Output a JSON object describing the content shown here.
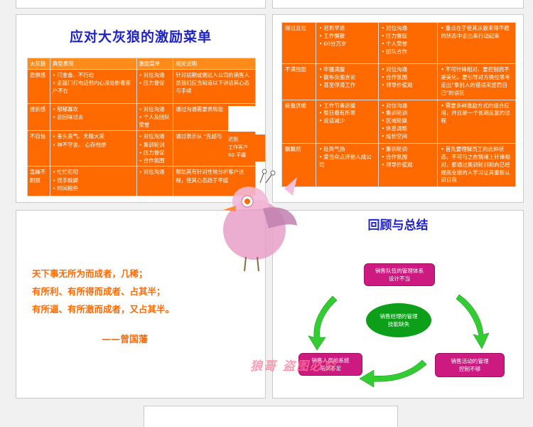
{
  "slide1": {
    "title": "应对大灰狼的激励菜单",
    "headers": [
      "大灰狼",
      "典型表现",
      "激励菜单",
      "相关说明"
    ],
    "rows": [
      {
        "wolf": "恐惧感",
        "symptoms": [
          "只准备、不行动",
          "走敲门打电话但内心深处盼着客户不在"
        ],
        "menu": [
          "对位沟通",
          "压力督促"
        ],
        "note": "针对初期或刚进入公司的销售人员我们应当知道以下讲话其心态与手续"
      },
      {
        "wolf": "挫折感",
        "symptoms": [
          "郁郁寡欢",
          "总回味过去"
        ],
        "menu": [
          "对位沟通",
          "个人及团队荣誉"
        ],
        "note": "通过沟通需要表现能"
      },
      {
        "wolf": "不自信",
        "symptoms": [
          "垂头丧气、无精大采",
          "神不守舍、 心存他想"
        ],
        "menu": [
          "对位沟通",
          "集训轮训",
          "压力督促",
          "合作氛围"
        ],
        "note": "通过表示从 \"克超与"
      },
      {
        "wolf": "急躁不耐烦",
        "symptoms": [
          "忙忙叨叨",
          "找手跺脚",
          "时间拖些"
        ],
        "menu": [
          "对位沟通"
        ],
        "note": "帮助其有针对性地分析客户进程，使其心态趋于平缓"
      }
    ],
    "overlay_lines": [
      "迟到",
      "工作客户",
      "60 平缓"
    ]
  },
  "slide2": {
    "rows": [
      {
        "wolf": "得过且过",
        "symptoms": [
          "迟到早退",
          "工作懈散",
          "60分万岁"
        ],
        "menu": [
          "对位沟通",
          "压力督促",
          "个人荣誉",
          "团队合作"
        ],
        "note": "重点在于使其从狼来得平稳的状态中走出来行动起来"
      },
      {
        "wolf": "不满抱怨",
        "symptoms": [
          "牢骚满腹",
          "散布负面言论",
          "甚至停滞工作"
        ],
        "menu": [
          "对位沟通",
          "合作氛围",
          "领导价值观"
        ],
        "note": "不可针锋相对，要控制而不是美化，要引导对方换位思考走出\"拿别人的错误来惩罚自己\"的误区"
      },
      {
        "wolf": "疲惫厌倦",
        "symptoms": [
          "工作节奏迟缓",
          "整日看有所思",
          "说话减少"
        ],
        "menu": [
          "对位沟通",
          "集训轮训",
          "区域轮换",
          "休息调整",
          "成长空间"
        ],
        "note": "需要多种激励方式的组合应用，并且是一个长期反复的过程"
      },
      {
        "wolf": "飘飘然",
        "symptoms": [
          "趾高气扬",
          "爱当众点评他人成公司"
        ],
        "menu": [
          "集训轮训",
          "合作氛围",
          "领导价值观"
        ],
        "note": "首先要理解员工的此种状态，不可与之在情绪上针锋相对，那通过集训轮训和向已经提高业绩的人学习让其重新认识自我"
      }
    ]
  },
  "slide3": {
    "quote_lines": [
      "天下事无所为而成者，几稀；",
      "有所利、有所得而成者、占其半；",
      "有所逼、有所激而成者，又占其半。"
    ],
    "author": "——曾国藩"
  },
  "slide4": {
    "title": "回顾与总结",
    "top_node": [
      "销售队伍的管理体系",
      "设计不当"
    ],
    "center_node": [
      "销售经理的管理",
      "技能缺失"
    ],
    "left_node": [
      "销售人员的系统",
      "培训不足"
    ],
    "right_node": [
      "销售活动的管理",
      "控制不够"
    ],
    "watermark": "狼哥  盗图必究"
  },
  "colors": {
    "orange": "#ff6a00",
    "title_blue": "#1f22c8",
    "magenta": "#cc1a80",
    "green": "#0d9f1a",
    "arrow_green": "#33cc33"
  }
}
